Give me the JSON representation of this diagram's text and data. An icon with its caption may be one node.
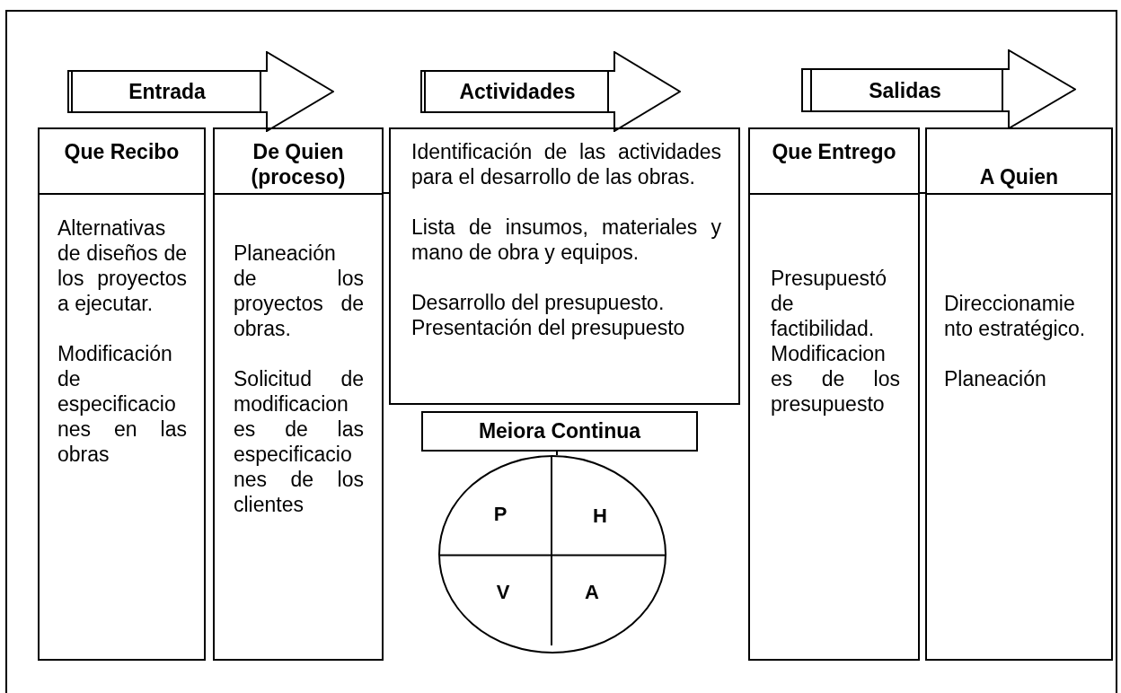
{
  "diagram": {
    "nodes": [
      {
        "text": [
          "Entrada"
        ]
      },
      {
        "text": [
          "Actividades"
        ]
      },
      {
        "text": [
          "Salidas"
        ]
      },
      {
        "text": [
          "Que Recibo",
          "Alternativas de diseños de los proyectos a ejecutar.",
          "Modificación de especificacio nes en las obras"
        ]
      },
      {
        "text": [
          "De Quien (proceso)",
          "Planeación de los proyectos de obras.",
          "Solicitud de modificacion es de las especificacio nes de los clientes"
        ]
      },
      {
        "text": [
          "Identificación de las actividades para el desarrollo de las obras.",
          "Lista de insumos, materiales y mano de obra y equipos.",
          "Desarrollo del presupuesto.",
          "Presentación del presupuesto"
        ]
      },
      {
        "text": [
          "Meiora Continua"
        ]
      },
      {
        "text": [
          "P",
          "H",
          "V",
          "A"
        ]
      },
      {
        "text": [
          "Que Entrego",
          "Presupuestó de factibilidad. Modificacion es de los presupuesto"
        ]
      },
      {
        "text": [
          "A Quien",
          "Direccionamie nto estratégico.",
          "Planeación"
        ]
      }
    ],
    "edges": [
      {
        "from": 4,
        "to": 5,
        "arrow": "none"
      },
      {
        "from": 8,
        "to": 9,
        "arrow": "none"
      },
      {
        "from": 6,
        "to": 7,
        "arrow": "none"
      }
    ]
  }
}
